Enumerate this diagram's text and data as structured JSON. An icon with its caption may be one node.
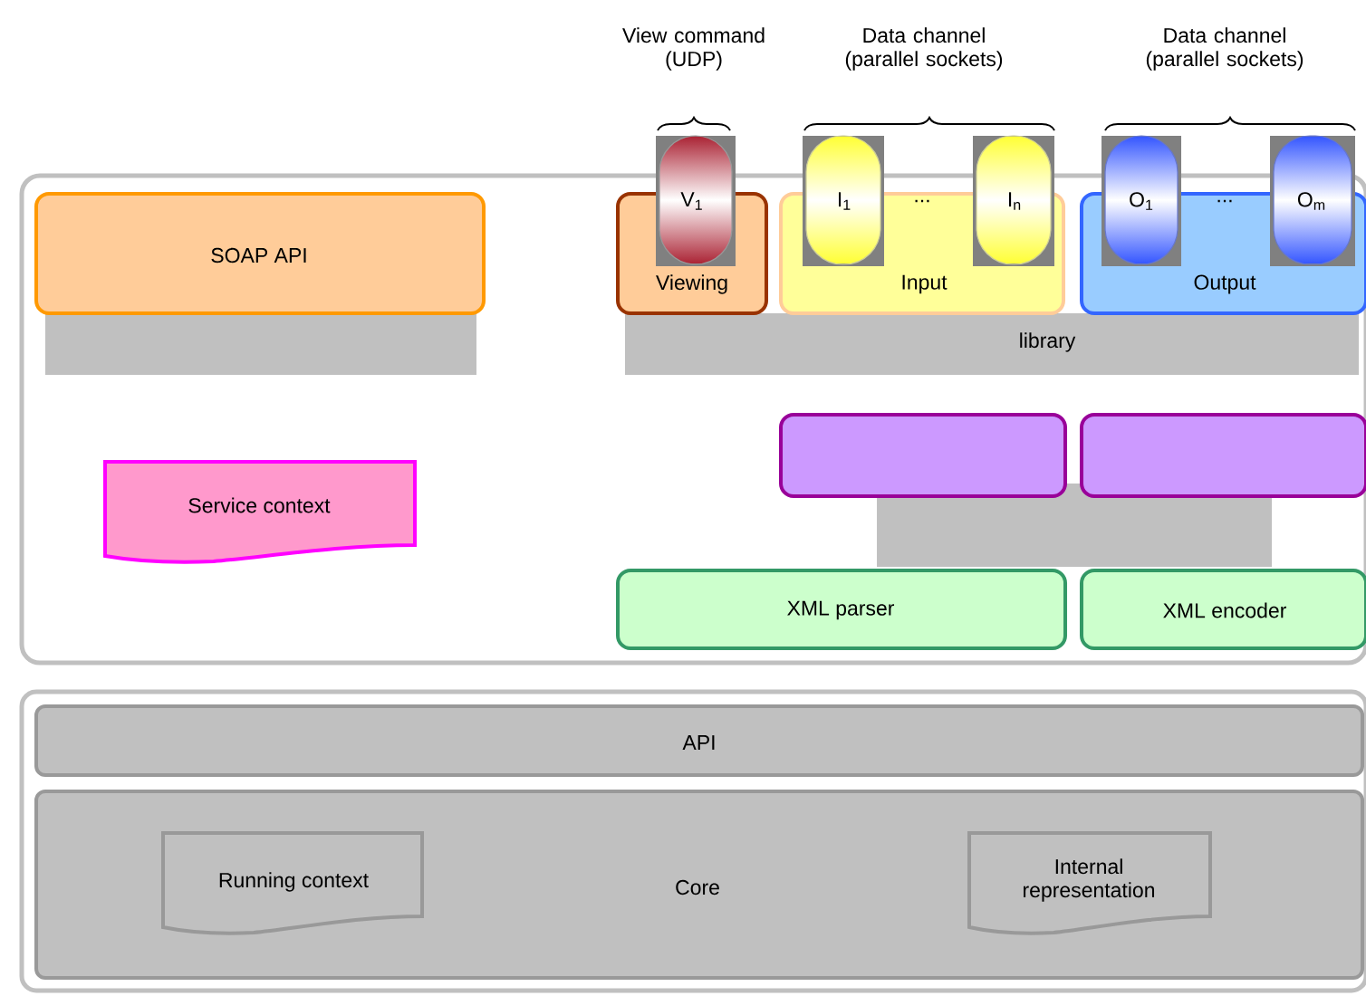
{
  "diagram": {
    "nodes": [
      {
        "text": [],
        "shape": "box"
      },
      {
        "text": [
          "SOAP API"
        ],
        "in": 0
      },
      {
        "text": [],
        "shape": "box",
        "in": 0
      },
      {
        "text": [
          "Service context"
        ],
        "in": 0
      },
      {
        "text": [
          "library"
        ],
        "in": 0
      },
      {
        "text": [
          "Viewing"
        ],
        "in": 0
      },
      {
        "text": [
          "V$_{1}$"
        ]
      },
      {
        "text": [
          "...",
          "Input"
        ],
        "in": 0
      },
      {
        "text": [
          "I$_{1}$"
        ]
      },
      {
        "text": [
          "I$_{n}$"
        ]
      },
      {
        "text": [
          "...",
          "Output"
        ],
        "in": 0
      },
      {
        "text": [
          "O$_{1}$"
        ]
      },
      {
        "text": [
          "O$_{m}$"
        ]
      },
      {
        "text": [],
        "shape": "box",
        "in": 0
      },
      {
        "text": [],
        "shape": "box",
        "in": 0
      },
      {
        "text": [],
        "shape": "box",
        "in": 0
      },
      {
        "text": [
          "XML parser"
        ],
        "in": 0
      },
      {
        "text": [
          "XML encoder"
        ],
        "in": 0
      },
      {
        "text": [],
        "shape": "box"
      },
      {
        "text": [
          "API"
        ],
        "in": 18
      },
      {
        "text": [
          "Core"
        ],
        "in": 18
      },
      {
        "text": [
          "Running context"
        ],
        "in": 20
      },
      {
        "text": [
          "Internal representation"
        ],
        "in": 20
      }
    ],
    "labels": [
      "View command (UDP)",
      "Data channel (parallel sockets)",
      "Data channel (parallel sockets)"
    ]
  }
}
